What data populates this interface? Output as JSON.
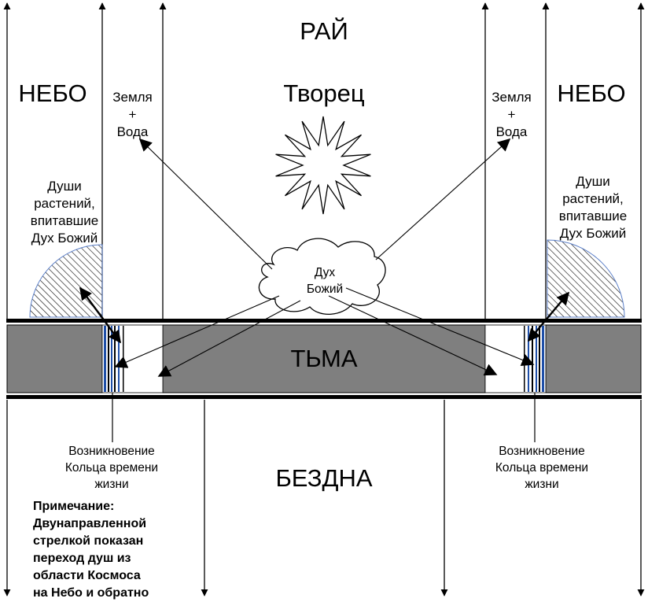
{
  "labels": {
    "paradise": "РАЙ",
    "heaven_left": "НЕБО",
    "heaven_right": "НЕБО",
    "creator": "Творец",
    "earth_water_left": "Земля\n+\nВода",
    "earth_water_right": "Земля\n+\nВода",
    "souls_left": "Души\nрастений,\nвпитавшие\nДух Божий",
    "souls_right": "Души\nрастений,\nвпитавшие\nДух Божий",
    "spirit": "Дух\nБожий",
    "darkness": "ТЬМА",
    "ring_left": "Возникновение\nКольца времени\nжизни",
    "ring_right": "Возникновение\nКольца времени\nжизни",
    "abyss": "БЕЗДНА",
    "note": "Примечание:\nДвунаправленной\nстрелкой показан\nпереход душ из\nобласти Космоса\nна Небо и обратно"
  },
  "colors": {
    "line": "#000000",
    "darkness_band": "#7f7f7f",
    "quarter_circle_stroke": "#5b7fc8"
  }
}
